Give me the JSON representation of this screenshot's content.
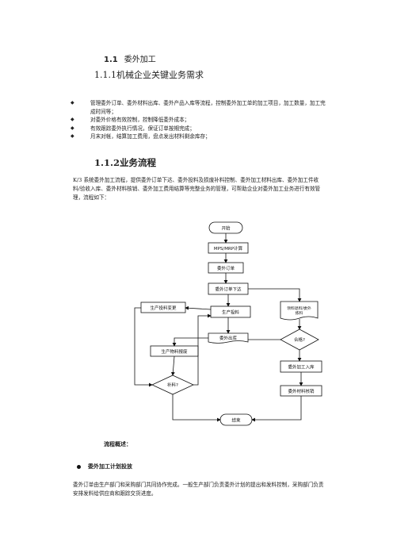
{
  "heading1": {
    "number": "1.1",
    "title": "委外加工"
  },
  "heading2": "1.1.1机械企业关键业务需求",
  "requirements": [
    "管理委外订单、委外材料出库、委外产品入库等流程，控制委外加工单的加工项目，加工数量，加工完成时间等；",
    "对委外价格有效控制，控制降低委外成本；",
    "有效跟踪委外执行情况，保证订单按期完成；",
    "月末对帐，结算加工费用，盘点发出材料剩余库存；"
  ],
  "heading3": "1.1.2业务流程",
  "intro": "K/3 系统委外加工流程，提供委外订单下达、委外投料及损废补料控制、委外加工材料出库、委外加工件收料/验收入库、委外材料核销、委外加工费用结算等完整业务的管理，可帮助企业对委外加工业务进行有效管理，流程如下：",
  "flow": {
    "start": "开始",
    "mps": "MPS/MRP计算",
    "order": "委外订单",
    "issue_order": "委外订单下达",
    "material_change": "生产投料变更",
    "feeding": "生产投料",
    "return_material": "领料退料/委外拣料",
    "outbound": "委外出库",
    "qualified": "合格?",
    "scrap": "生产物料报废",
    "processing_in": "委外加工入库",
    "supplement": "补料?",
    "verify": "委外材料核销",
    "end": "结束"
  },
  "flow_desc_label": "流程概述：",
  "plan_heading": "委外加工计划投放",
  "plan_text": "委外订单由生产部门和采购部门共同协作完成。一般生产部门负责委外计划的提出和发料控制，采购部门负责安排发料给供应商和跟踪交货进度。"
}
